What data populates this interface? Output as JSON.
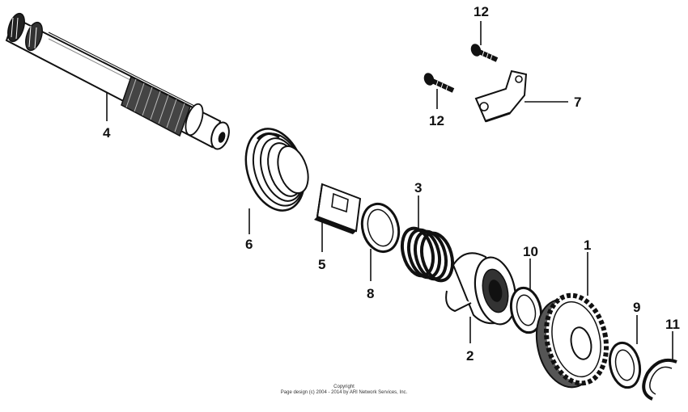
{
  "labels": {
    "p1": "1",
    "p2": "2",
    "p3": "3",
    "p4": "4",
    "p5": "5",
    "p6": "6",
    "p7": "7",
    "p8": "8",
    "p9": "9",
    "p10": "10",
    "p11": "11",
    "p12a": "12",
    "p12b": "12"
  },
  "copyright": {
    "line1": "Copyright",
    "line2": "Page design (c) 2004 - 2014 by ARI Network Services, Inc."
  },
  "colors": {
    "ink": "#111111",
    "background": "#ffffff"
  }
}
